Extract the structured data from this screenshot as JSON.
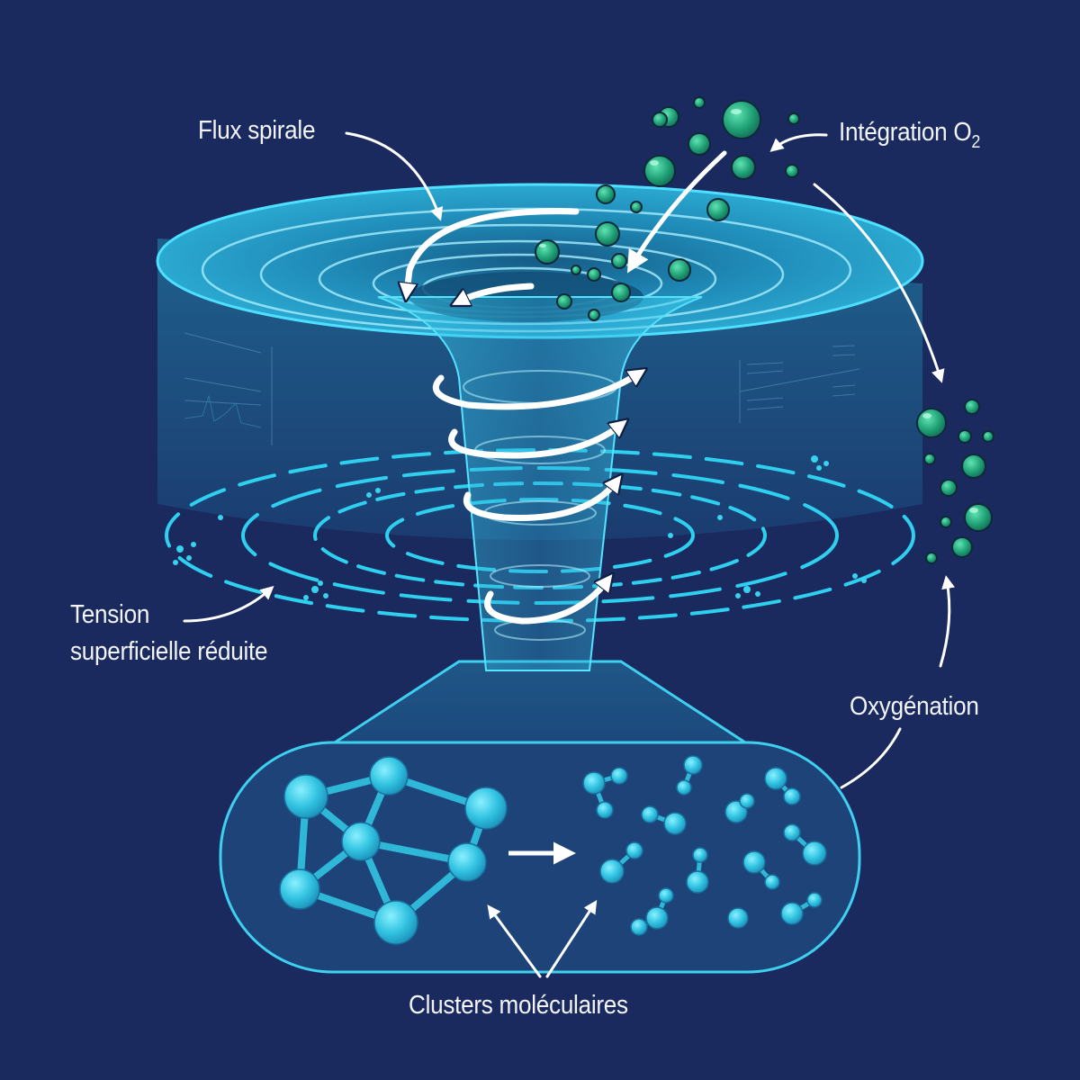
{
  "diagram": {
    "background_color": "#1a2a5e",
    "accent_cyan": "#3fd0ef",
    "bubble_green": "#22a77a",
    "arrow_color": "#ffffff",
    "labels": {
      "flux_spirale": "Flux spirale",
      "integration_o2": "Intégration O",
      "integration_o2_sub": "2",
      "tension_line1": "Tension",
      "tension_line2": "superficielle réduite",
      "oxygenation": "Oxygénation",
      "clusters": "Clusters moléculaires"
    },
    "components": [
      {
        "id": "vortex-tank",
        "description": "Cylindrical water tank with spiral surface"
      },
      {
        "id": "vortex-funnel",
        "description": "Translucent funnel with 4 spiral arrows"
      },
      {
        "id": "oxygen-bubbles",
        "description": "Green O2 bubbles entering vortex and rising on right"
      },
      {
        "id": "surface-ripples",
        "description": "Dashed concentric ripple rings around funnel"
      },
      {
        "id": "molecule-capsule",
        "description": "Rounded capsule showing large cluster breaking into small molecules"
      }
    ]
  }
}
